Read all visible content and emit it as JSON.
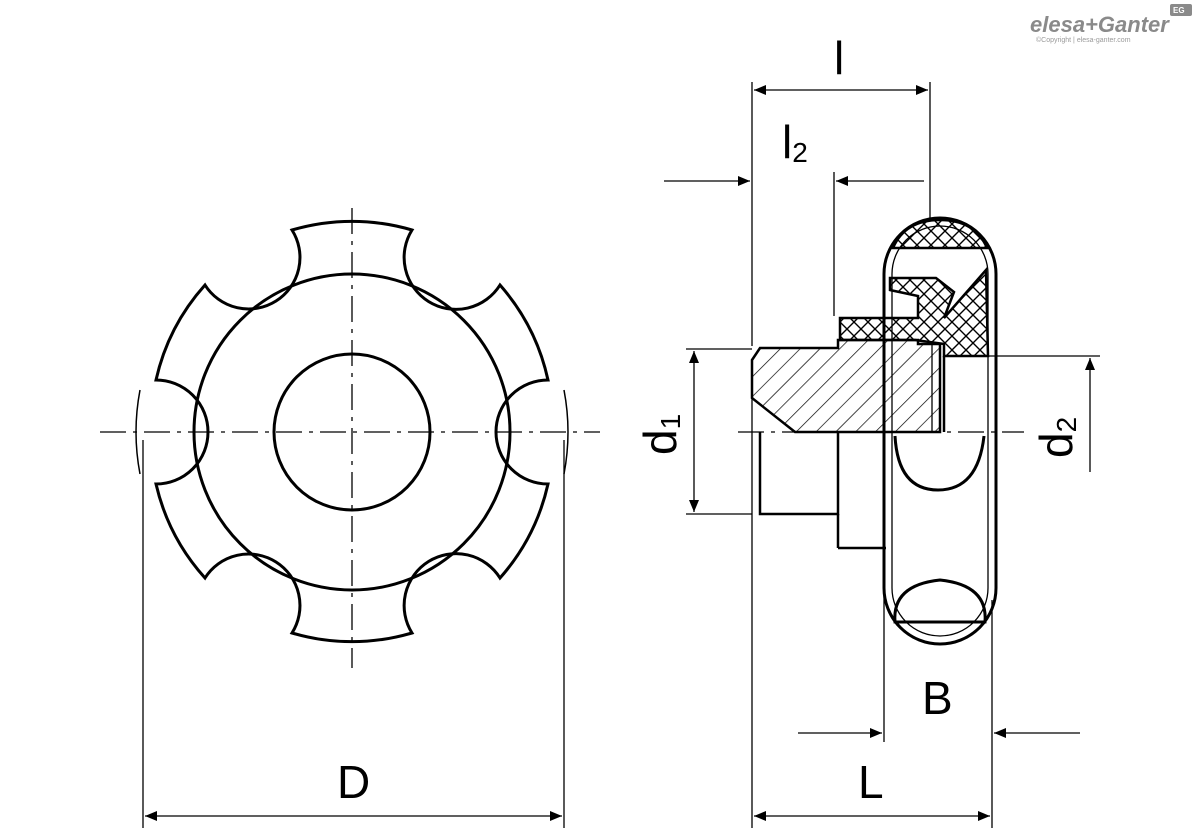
{
  "logo": {
    "brand": "elesa+Ganter",
    "copyright": "©Copyright | elesa-ganter.com",
    "mark": "EG"
  },
  "dimensions": {
    "D": "D",
    "L": "L",
    "B": "B",
    "l": "l",
    "l2_main": "l",
    "l2_sub": "2",
    "d1_main": "d",
    "d1_sub": "1",
    "d2_main": "d",
    "d2_sub": "2"
  },
  "colors": {
    "line": "#000000",
    "logo": "#8a8a8a"
  }
}
